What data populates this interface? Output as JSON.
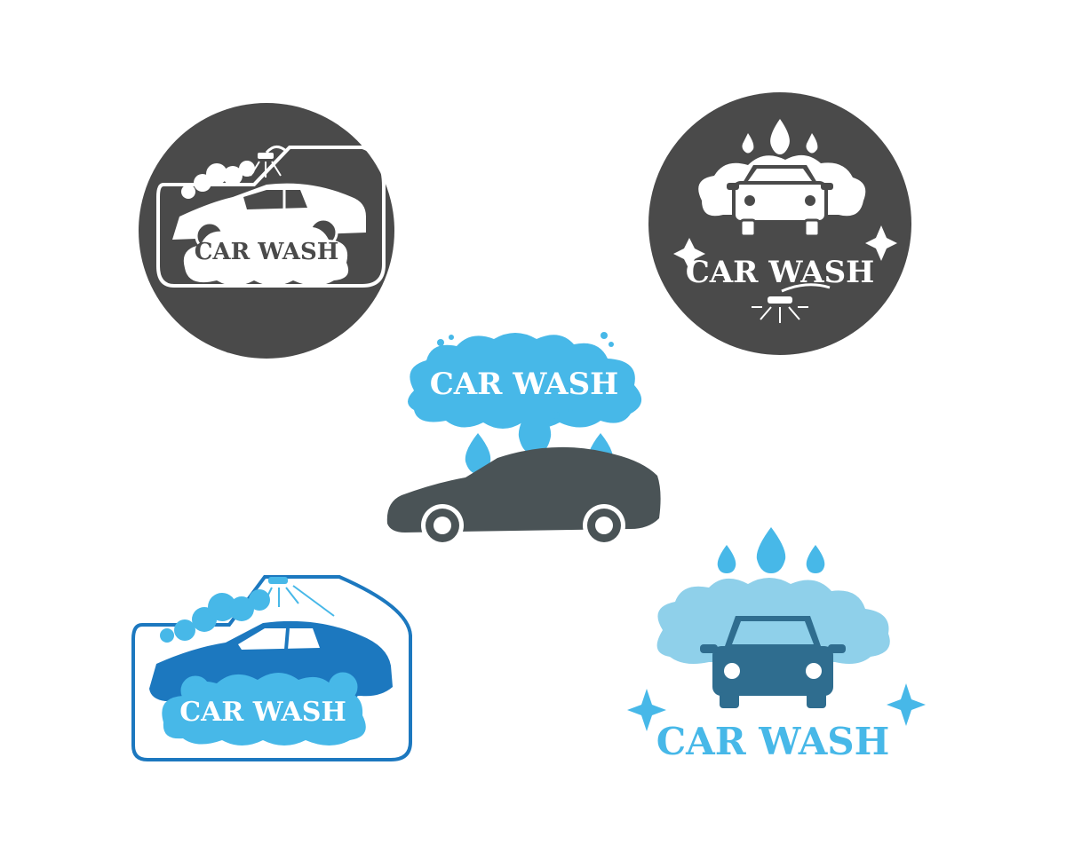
{
  "logos": [
    {
      "id": "dark-sedan-badge",
      "label": "CAR WASH",
      "style": "dark-circle",
      "car": "side-view"
    },
    {
      "id": "dark-front-badge",
      "label": "CAR WASH",
      "style": "dark-circle",
      "car": "front-view"
    },
    {
      "id": "blue-cloud-sedan",
      "label": "CAR WASH",
      "style": "blue-cloud",
      "car": "side-view"
    },
    {
      "id": "blue-frame-sedan",
      "label": "CAR WASH",
      "style": "blue-frame",
      "car": "side-view"
    },
    {
      "id": "blue-front-cloud",
      "label": "CAR WASH",
      "style": "light-blue-cloud",
      "car": "front-view"
    }
  ],
  "colors": {
    "dark": "#4a4a4a",
    "car_dark": "#4a5356",
    "blue": "#47b8e8",
    "light_blue": "#8fd0ea",
    "deep_blue": "#1c78bf",
    "navy": "#2f6d8f",
    "white": "#ffffff"
  }
}
